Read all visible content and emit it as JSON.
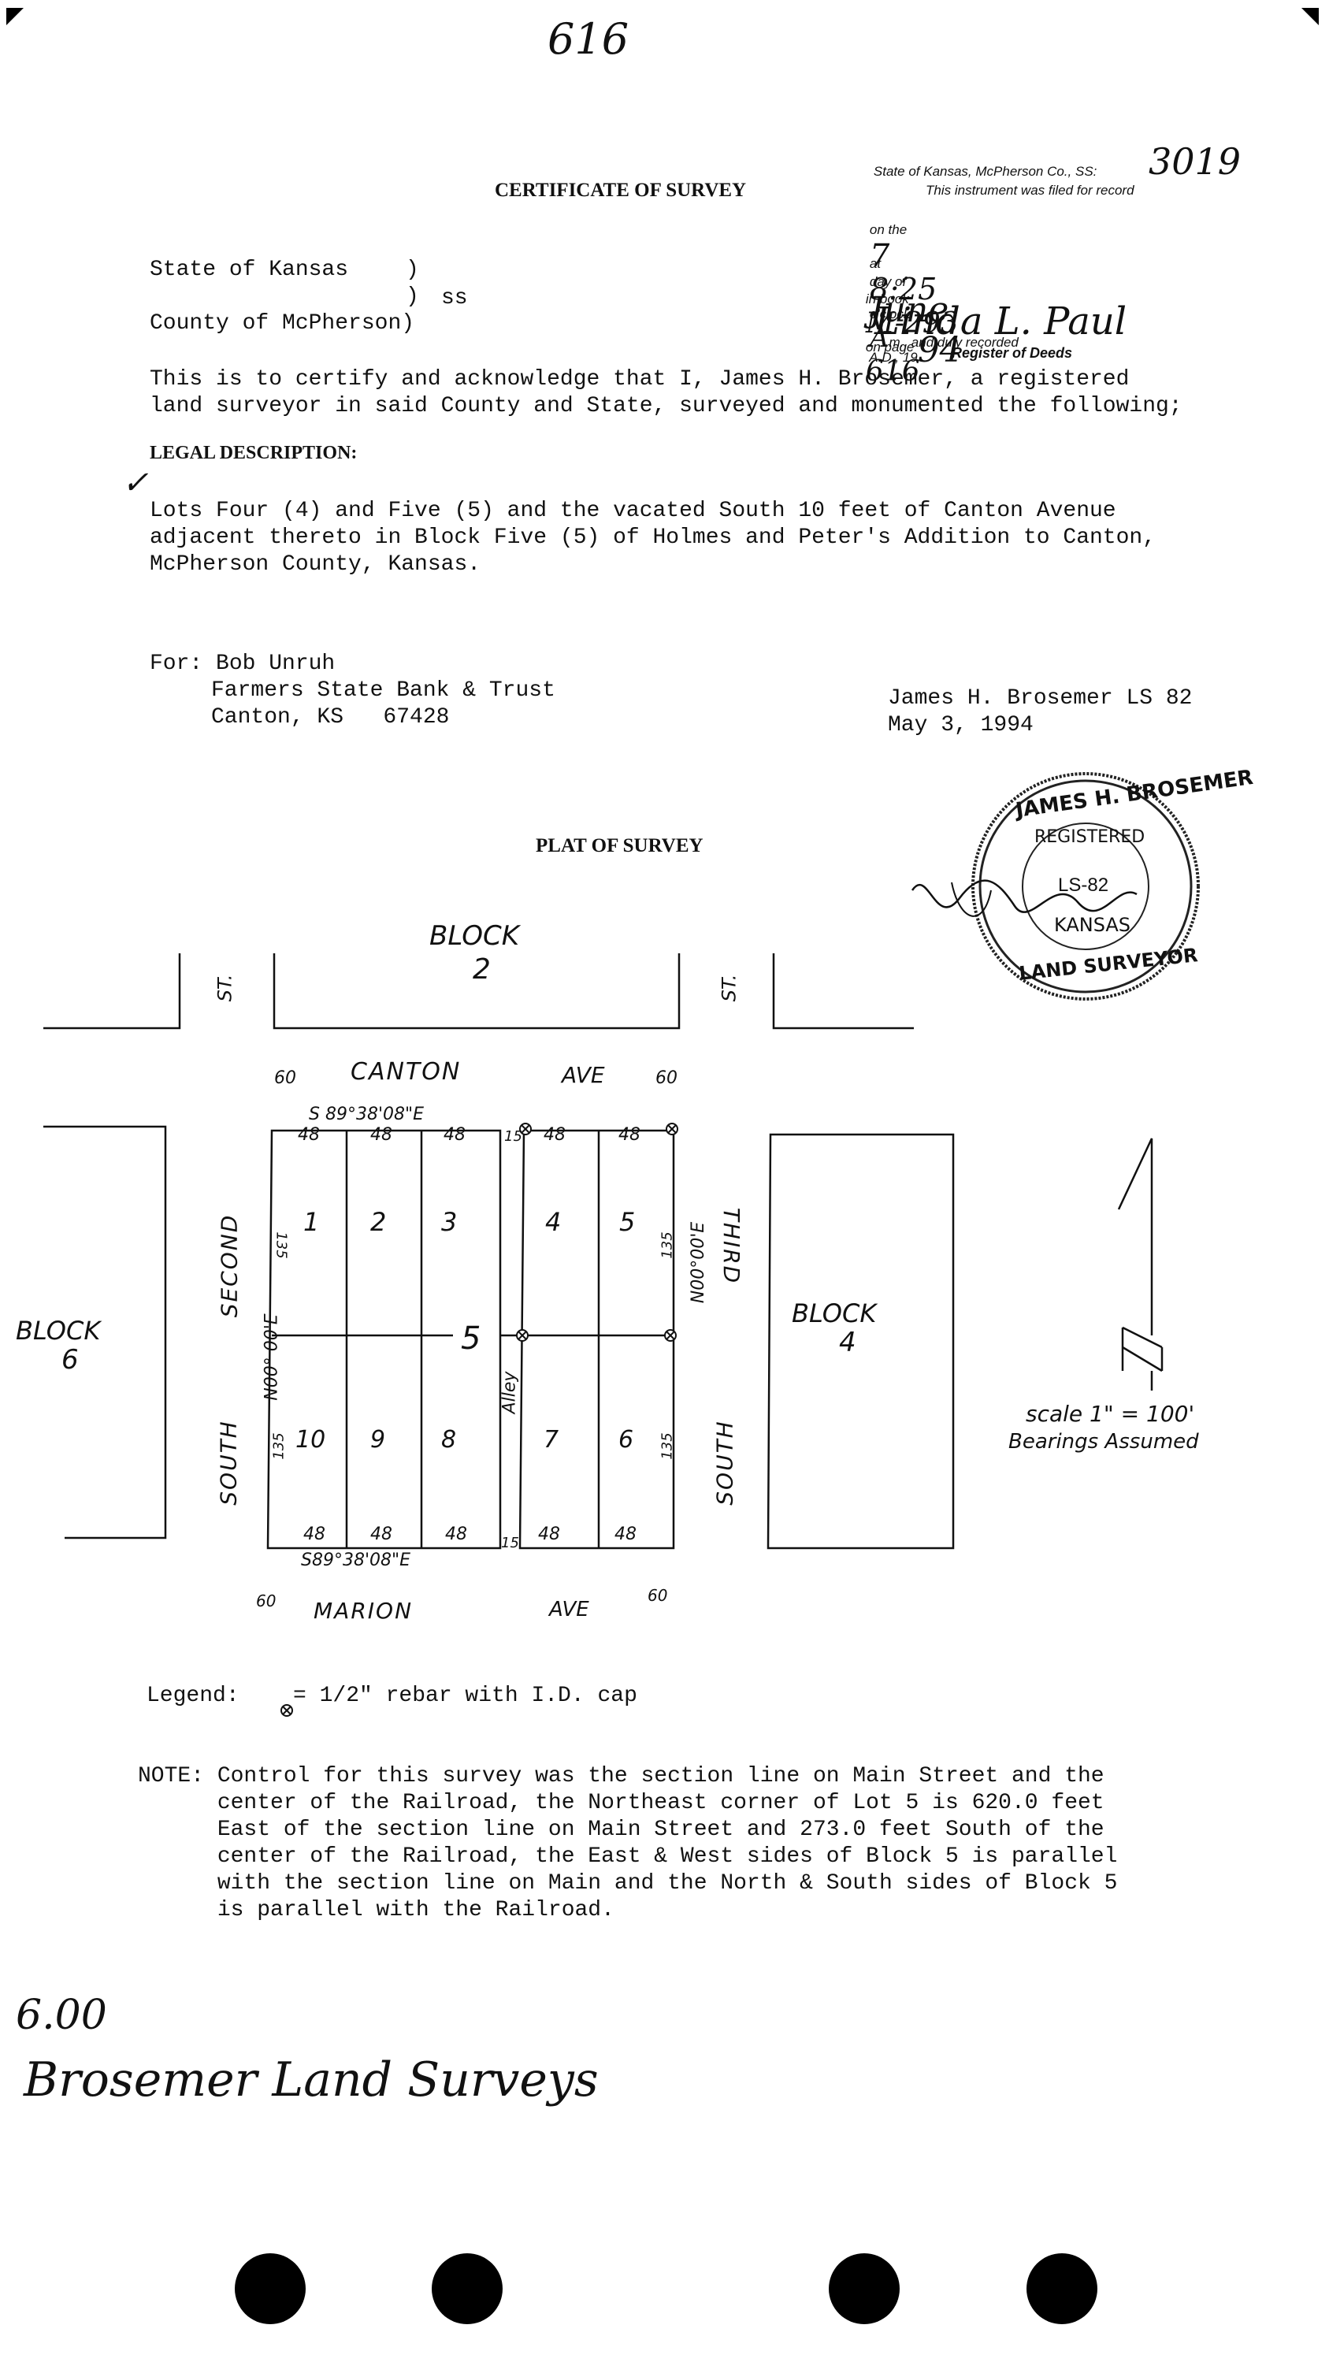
{
  "top_number": "616",
  "recorder": {
    "line1": "State of Kansas, McPherson Co., SS:",
    "number": "3019",
    "line2": "This instrument was filed for record",
    "on_the": "on the",
    "day": "7",
    "day_of": "day of",
    "month": "June",
    "ad": "A.D., 19",
    "year": "94",
    "at": "at",
    "time": "8:25",
    "oclock": "o'clock",
    "am": "A",
    "m_rest": "m., and duly recorded",
    "in_book": "in book",
    "book": "M-293",
    "on_page": "on page",
    "page": "616",
    "signature": "Linda L. Paul",
    "register": "Register of Deeds"
  },
  "title": "CERTIFICATE OF SURVEY",
  "venue": {
    "state": "State of Kansas",
    "paren1": ")",
    "paren2": ")",
    "ss": "ss",
    "county": "County of McPherson)"
  },
  "certify_line1": "This is to certify and acknowledge that I, James H. Brosemer, a registered",
  "certify_line2": "land surveyor in said County and State, surveyed and monumented the following;",
  "legal_heading": "LEGAL DESCRIPTION:",
  "legal_line1": "Lots Four (4) and Five (5) and the vacated South 10 feet of Canton Avenue",
  "legal_line2": "adjacent thereto in Block Five (5) of Holmes and Peter's Addition to Canton,",
  "legal_line3": "McPherson County, Kansas.",
  "for_label": "For: Bob Unruh",
  "for_line2": "Farmers State Bank & Trust",
  "for_line3": "Canton, KS   67428",
  "surveyor_name": "James H. Brosemer LS 82",
  "survey_date": "May 3, 1994",
  "seal": {
    "top": "JAMES H. BROSEMER",
    "registered": "REGISTERED",
    "number": "LS-82",
    "kansas": "KANSAS",
    "bottom": "LAND SURVEYOR"
  },
  "plat_title": "PLAT OF SURVEY",
  "plat": {
    "block2": "BLOCK",
    "block2_num": "2",
    "st_left": "ST.",
    "st_right": "ST.",
    "canton": "CANTON",
    "canton_ave": "AVE",
    "marion": "MARION",
    "marion_ave": "AVE",
    "w60_top_left": "60",
    "w60_top_right": "60",
    "w60_bot_left": "60",
    "w60_bot_right": "60",
    "bearing_top": "S 89°38'08\"E",
    "bearing_bottom": "S89°38'08\"E",
    "dims48": [
      "48",
      "48",
      "48",
      "48",
      "48",
      "48",
      "48",
      "48",
      "48",
      "48"
    ],
    "alley_w_top": "15",
    "alley_w_bot": "15",
    "alley": "Alley",
    "d135_left": "135",
    "d135_left2": "135",
    "d135_right": "135",
    "d135_right2": "135",
    "bearing_left": "N00° 00'E",
    "bearing_right": "N00°00'E",
    "lots": [
      "1",
      "2",
      "3",
      "4",
      "5",
      "10",
      "9",
      "8",
      "7",
      "6"
    ],
    "block5": "5",
    "second": "SECOND",
    "south_left": "SOUTH",
    "third": "THIRD",
    "south_right": "SOUTH",
    "block6": "BLOCK",
    "block6_num": "6",
    "block4": "BLOCK",
    "block4_num": "4",
    "scale": "scale 1\" = 100'",
    "bearings": "Bearings Assumed"
  },
  "legend_label": "Legend:",
  "legend_text": "= 1/2\" rebar with I.D. cap",
  "note_lines": [
    "NOTE: Control for this survey was the section line on Main Street and the",
    "      center of the Railroad, the Northeast corner of Lot 5 is 620.0 feet",
    "      East of the section line on Main Street and 273.0 feet South of the",
    "      center of the Railroad, the East & West sides of Block 5 is parallel",
    "      with the section line on Main and the North & South sides of Block 5",
    "      is parallel with the Railroad."
  ],
  "fee": "6.00",
  "return_to": "Brosemer Land Surveys"
}
